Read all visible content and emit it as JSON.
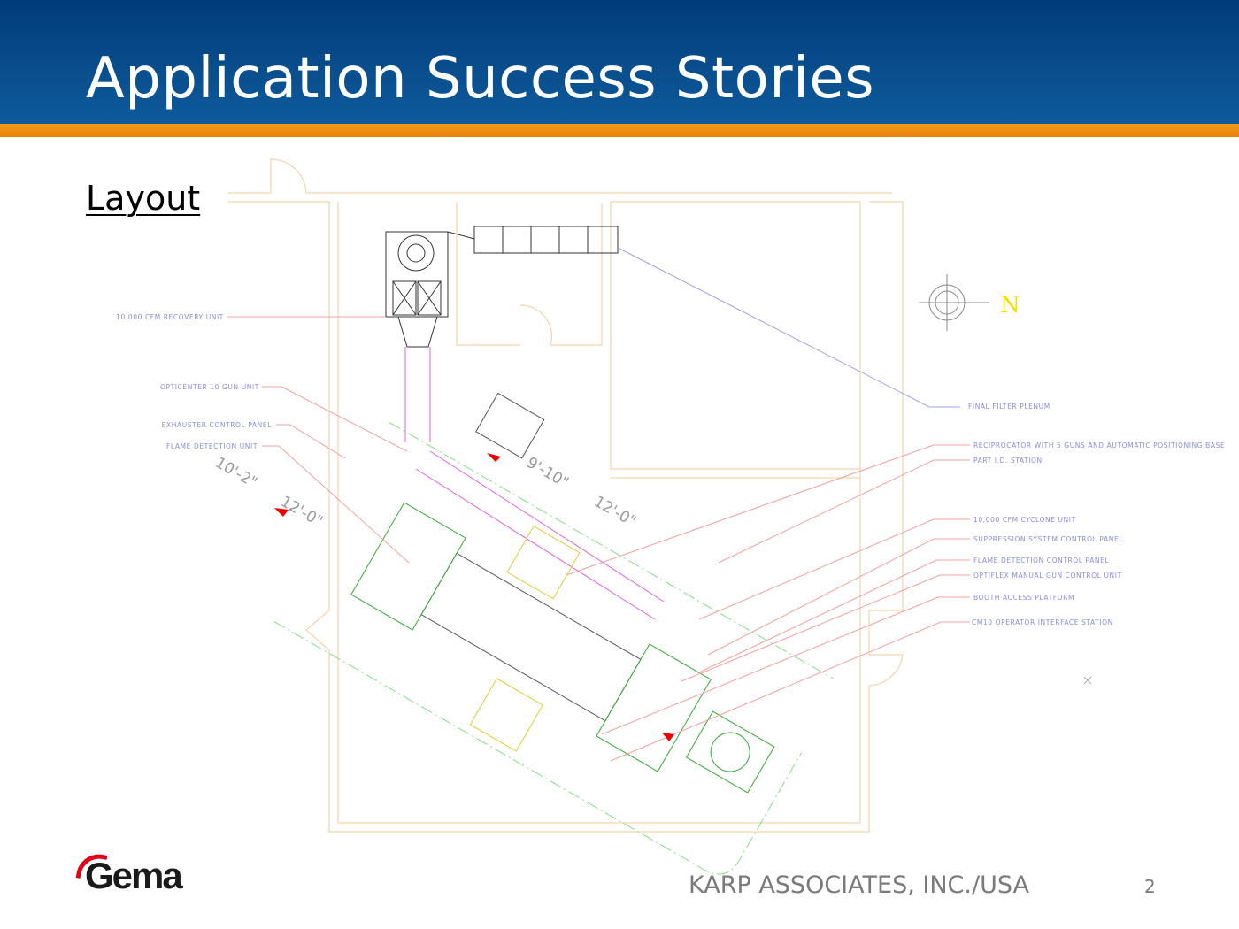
{
  "header": {
    "title": "Application Success Stories"
  },
  "section": {
    "title": "Layout"
  },
  "drawing": {
    "north_label": "N",
    "left_labels": [
      "10,000 CFM RECOVERY UNIT",
      "OPTICENTER 10 GUN UNIT",
      "EXHAUSTER CONTROL PANEL",
      "FLAME DETECTION UNIT"
    ],
    "right_labels": [
      "FINAL FILTER PLENUM",
      "RECIPROCATOR WITH 5 GUNS AND AUTOMATIC POSITIONING BASE",
      "PART I.D. STATION",
      "10,000 CFM CYCLONE UNIT",
      "SUPPRESSION SYSTEM CONTROL PANEL",
      "FLAME DETECTION CONTROL PANEL",
      "OPTIFLEX MANUAL GUN CONTROL UNIT",
      "BOOTH ACCESS PLATFORM",
      "CM10 OPERATOR INTERFACE STATION"
    ],
    "dimensions": [
      "10'-2\"",
      "12'-0\"",
      "9'-10\"",
      "12'-0\""
    ]
  },
  "footer": {
    "company": "KARP ASSOCIATES, INC./USA",
    "page_number": "2",
    "logo_text": "Gema"
  },
  "colors": {
    "header_blue": "#0a4f8e",
    "accent_orange": "#f08a00",
    "logo_red": "#e2001a"
  }
}
